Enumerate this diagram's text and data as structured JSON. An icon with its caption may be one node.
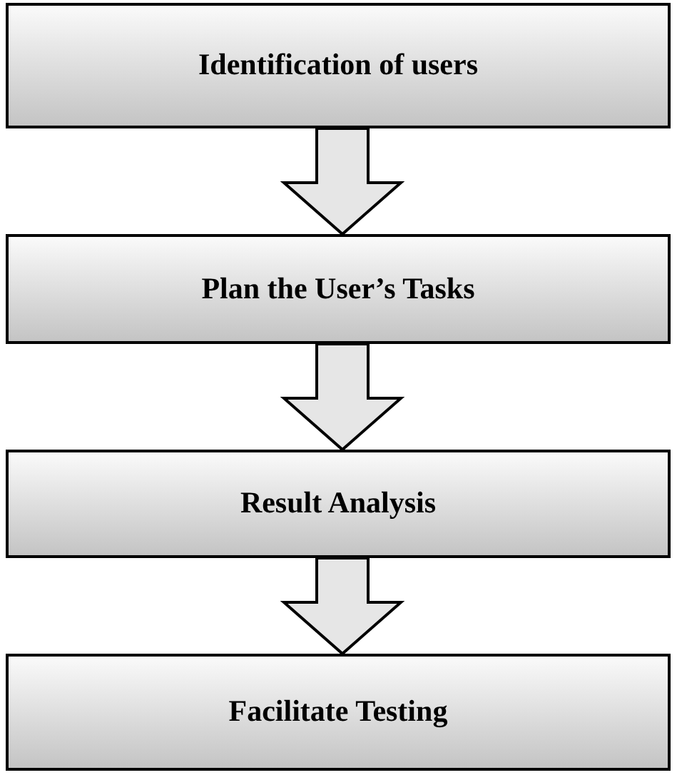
{
  "diagram": {
    "nodes": [
      {
        "text": [
          "Identification of users"
        ]
      },
      {
        "text": [
          "Plan the User’s Tasks"
        ]
      },
      {
        "text": [
          "Result Analysis"
        ]
      },
      {
        "text": [
          "Facilitate Testing"
        ]
      }
    ],
    "edges": [
      {
        "from": 0,
        "to": 1,
        "arrow": "to"
      },
      {
        "from": 1,
        "to": 2,
        "arrow": "to"
      },
      {
        "from": 2,
        "to": 3,
        "arrow": "to"
      }
    ]
  }
}
